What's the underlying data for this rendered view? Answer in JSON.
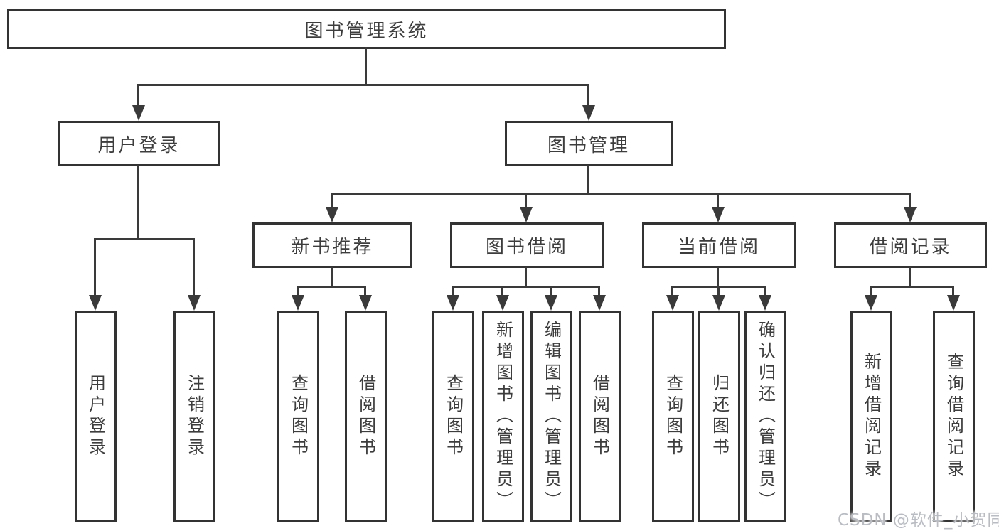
{
  "root": {
    "label": "图书管理系统"
  },
  "branches": {
    "user_login": {
      "label": "用户登录",
      "children": [
        {
          "label": "用户登录"
        },
        {
          "label": "注销登录"
        }
      ]
    },
    "book_mgmt": {
      "label": "图书管理",
      "groups": [
        {
          "label": "新书推荐",
          "children": [
            {
              "label": "查询图书"
            },
            {
              "label": "借阅图书"
            }
          ]
        },
        {
          "label": "图书借阅",
          "children": [
            {
              "label": "查询图书"
            },
            {
              "label": "新增图书（管理员）"
            },
            {
              "label": "编辑图书（管理员）"
            },
            {
              "label": "借阅图书"
            }
          ]
        },
        {
          "label": "当前借阅",
          "children": [
            {
              "label": "查询图书"
            },
            {
              "label": "归还图书"
            },
            {
              "label": "确认归还（管理员）"
            }
          ]
        },
        {
          "label": "借阅记录",
          "children": [
            {
              "label": "新增借阅记录"
            },
            {
              "label": "查询借阅记录"
            }
          ]
        }
      ]
    }
  },
  "watermark": {
    "text": "CSDN @软件_小贺同学"
  },
  "colors": {
    "line": "#3a3a3a",
    "box_border": "#333333",
    "box_fill": "#ffffff",
    "text": "#3d3d3d",
    "watermark": "#b9bdc3",
    "background": "#ffffff"
  }
}
